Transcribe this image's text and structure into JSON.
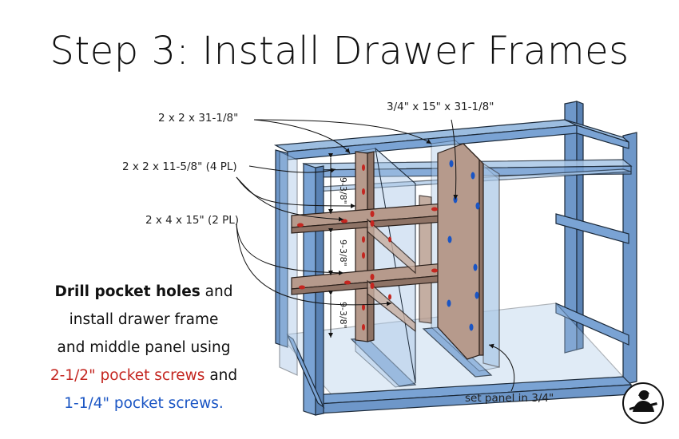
{
  "title": "Step 3: Install Drawer Frames",
  "callouts": {
    "frame_top": "2 x 2 x 31-1/8\"",
    "stiles": "2 x 2 x 11-5/8\" (4 PL)",
    "rails": "2 x 4 x 15\" (2 PL)",
    "panel": "3/4\" x 15\" x 31-1/8\"",
    "set_panel": "set panel in 3/4\""
  },
  "dimensions": [
    "9-3/8\"",
    "9-3/8\"",
    "9-3/8\""
  ],
  "instructions": {
    "line1_bold": "Drill pocket holes",
    "line1_rest": " and",
    "line2": "install drawer frame",
    "line3": "and middle panel using",
    "line4_colored": "2-1/2\" pocket screws",
    "line4_rest": " and",
    "line5_colored": "1-1/4\" pocket screws."
  },
  "colors": {
    "frame_blue": "#7aa3d4",
    "panel_brown": "#b69a8c",
    "red_screw": "#c42620",
    "blue_screw": "#1a55c4"
  },
  "icons": [
    "woodworker-logo-icon"
  ]
}
